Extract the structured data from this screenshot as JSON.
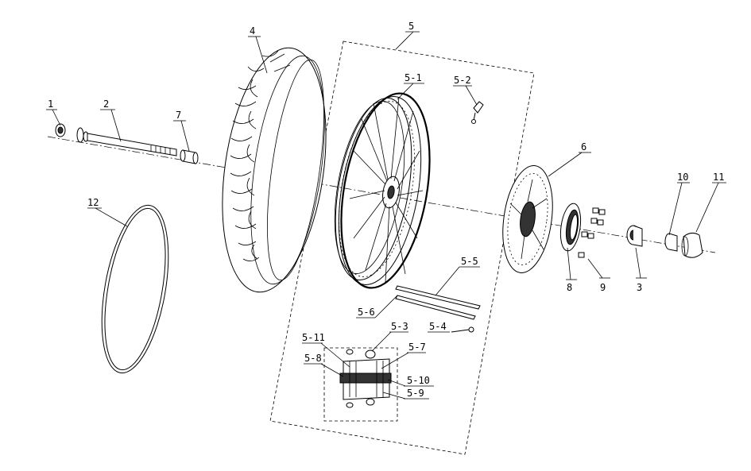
{
  "callouts": {
    "c1": "1",
    "c2": "2",
    "c3": "3",
    "c4": "4",
    "c5": "5",
    "c6": "6",
    "c7": "7",
    "c8": "8",
    "c9": "9",
    "c10": "10",
    "c11": "11",
    "c12": "12",
    "c5_1": "5-1",
    "c5_2": "5-2",
    "c5_3": "5-3",
    "c5_4": "5-4",
    "c5_5": "5-5",
    "c5_6": "5-6",
    "c5_7": "5-7",
    "c5_8": "5-8",
    "c5_9": "5-9",
    "c5_10": "5-10",
    "c5_11": "5-11"
  },
  "parts": {
    "p1": "nut-icon",
    "p2": "axle-icon",
    "p3": "collar-icon",
    "p4": "tire-icon",
    "p5": "wheel-assembly-icon",
    "p6": "brake-disc-icon",
    "p7": "spacer-icon",
    "p8": "oil-seal-icon",
    "p9": "bolt-icon",
    "p10": "bushing-icon",
    "p11": "cap-icon",
    "p12": "rim-band-icon"
  }
}
